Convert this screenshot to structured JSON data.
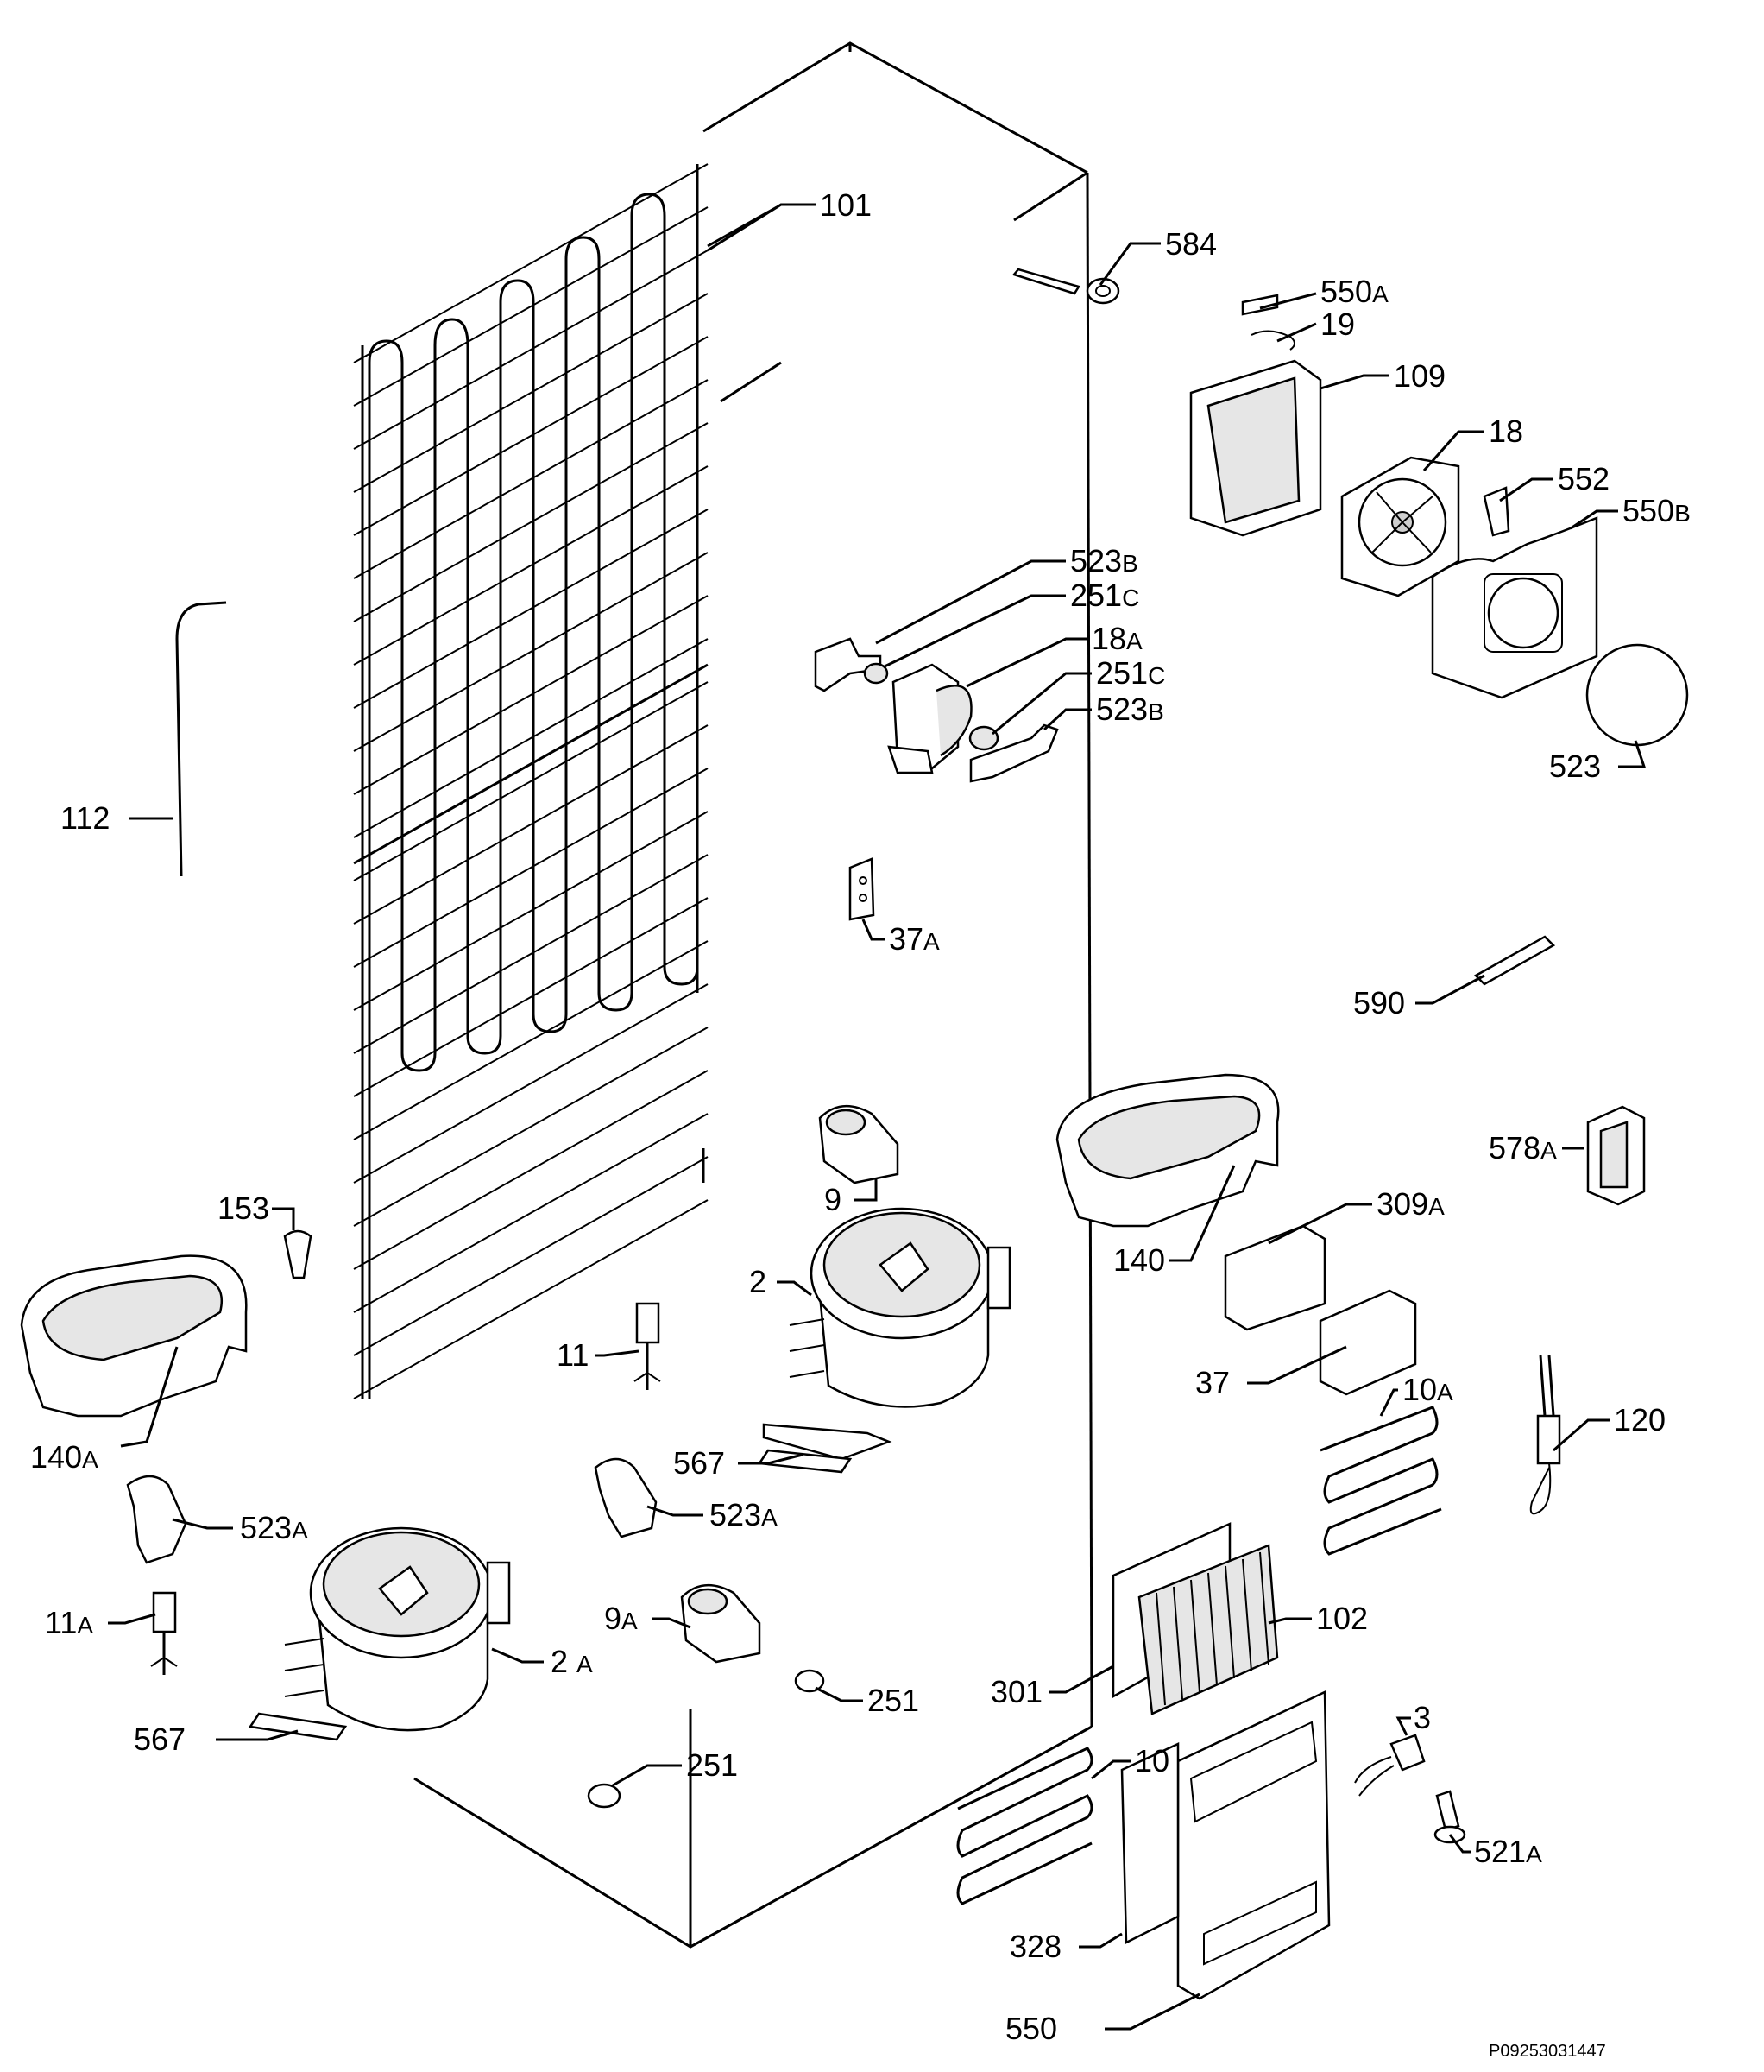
{
  "diagram": {
    "reference_code": "P09253031447",
    "labels": [
      {
        "id": "101",
        "num": "101",
        "suffix": ""
      },
      {
        "id": "584",
        "num": "584",
        "suffix": ""
      },
      {
        "id": "550A",
        "num": "550",
        "suffix": "A"
      },
      {
        "id": "19",
        "num": "19",
        "suffix": ""
      },
      {
        "id": "109",
        "num": "109",
        "suffix": ""
      },
      {
        "id": "18",
        "num": "18",
        "suffix": ""
      },
      {
        "id": "552",
        "num": "552",
        "suffix": ""
      },
      {
        "id": "550B",
        "num": "550",
        "suffix": "B"
      },
      {
        "id": "523B-top",
        "num": "523",
        "suffix": "B"
      },
      {
        "id": "251C-top",
        "num": "251",
        "suffix": "C"
      },
      {
        "id": "18A",
        "num": "18",
        "suffix": "A"
      },
      {
        "id": "251C-bottom",
        "num": "251",
        "suffix": "C"
      },
      {
        "id": "523B-bottom",
        "num": "523",
        "suffix": "B"
      },
      {
        "id": "523",
        "num": "523",
        "suffix": ""
      },
      {
        "id": "112",
        "num": "112",
        "suffix": ""
      },
      {
        "id": "37A",
        "num": "37",
        "suffix": "A"
      },
      {
        "id": "590",
        "num": "590",
        "suffix": ""
      },
      {
        "id": "9",
        "num": "9",
        "suffix": ""
      },
      {
        "id": "578A",
        "num": "578",
        "suffix": "A"
      },
      {
        "id": "153",
        "num": "153",
        "suffix": ""
      },
      {
        "id": "140",
        "num": "140",
        "suffix": ""
      },
      {
        "id": "309A",
        "num": "309",
        "suffix": "A"
      },
      {
        "id": "2",
        "num": "2",
        "suffix": ""
      },
      {
        "id": "11",
        "num": "11",
        "suffix": ""
      },
      {
        "id": "37",
        "num": "37",
        "suffix": ""
      },
      {
        "id": "10A",
        "num": "10",
        "suffix": "A"
      },
      {
        "id": "120",
        "num": "120",
        "suffix": ""
      },
      {
        "id": "140A",
        "num": "140",
        "suffix": "A"
      },
      {
        "id": "567-right",
        "num": "567",
        "suffix": ""
      },
      {
        "id": "523A-left",
        "num": "523",
        "suffix": "A"
      },
      {
        "id": "523A-right",
        "num": "523",
        "suffix": "A"
      },
      {
        "id": "11A",
        "num": "11",
        "suffix": "A"
      },
      {
        "id": "9A",
        "num": "9",
        "suffix": "A"
      },
      {
        "id": "2A",
        "num": "2 ",
        "suffix": "A"
      },
      {
        "id": "102",
        "num": "102",
        "suffix": ""
      },
      {
        "id": "301",
        "num": "301",
        "suffix": ""
      },
      {
        "id": "251-right",
        "num": "251",
        "suffix": ""
      },
      {
        "id": "567-left",
        "num": "567",
        "suffix": ""
      },
      {
        "id": "3",
        "num": "3",
        "suffix": ""
      },
      {
        "id": "251-bottom",
        "num": "251",
        "suffix": ""
      },
      {
        "id": "10",
        "num": "10",
        "suffix": ""
      },
      {
        "id": "521A",
        "num": "521",
        "suffix": "A"
      },
      {
        "id": "328",
        "num": "328",
        "suffix": ""
      },
      {
        "id": "550",
        "num": "550",
        "suffix": ""
      }
    ]
  }
}
